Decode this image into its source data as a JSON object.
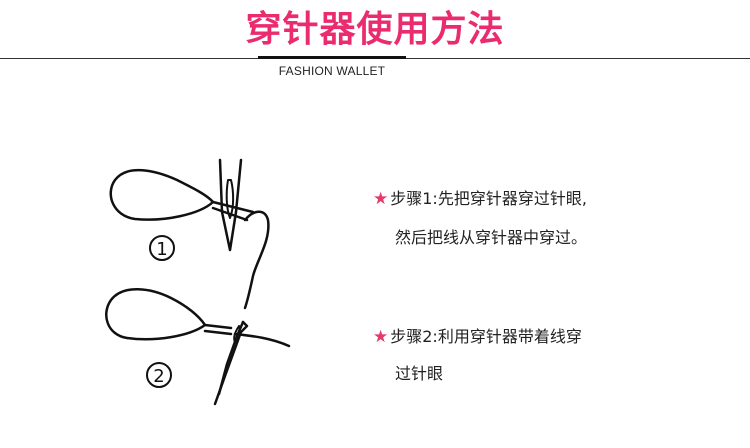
{
  "header": {
    "title": "穿针器使用方法",
    "subtitle": "FASHION WALLET",
    "title_color": "#ea2c6f"
  },
  "diagram": {
    "badges": [
      "1",
      "2"
    ]
  },
  "steps": [
    {
      "icon": "star-icon",
      "lines": [
        "步骤1:先把穿针器穿过针眼,",
        "然后把线从穿针器中穿过。"
      ]
    },
    {
      "icon": "star-icon",
      "lines": [
        "步骤2:利用穿针器带着线穿",
        "过针眼"
      ]
    }
  ],
  "colors": {
    "star": "#e33a6b",
    "ink": "#111111"
  }
}
